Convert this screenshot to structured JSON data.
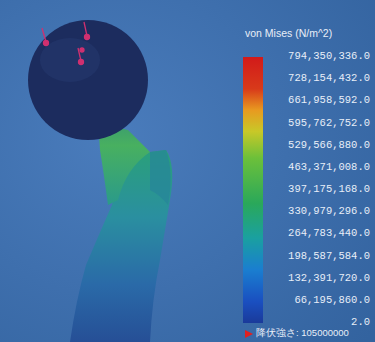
{
  "diagram": {
    "labels": [
      "von Mises (N/m^2)",
      "794,350,336.0",
      "728,154,432.0",
      "661,958,592.0",
      "595,762,752.0",
      "529,566,880.0",
      "463,371,008.0",
      "397,175,168.0",
      "330,979,296.0",
      "264,783,440.0",
      "198,587,584.0",
      "132,391,720.0",
      "66,195,860.0",
      "2.0",
      "降伏強さ: 105000000"
    ]
  }
}
